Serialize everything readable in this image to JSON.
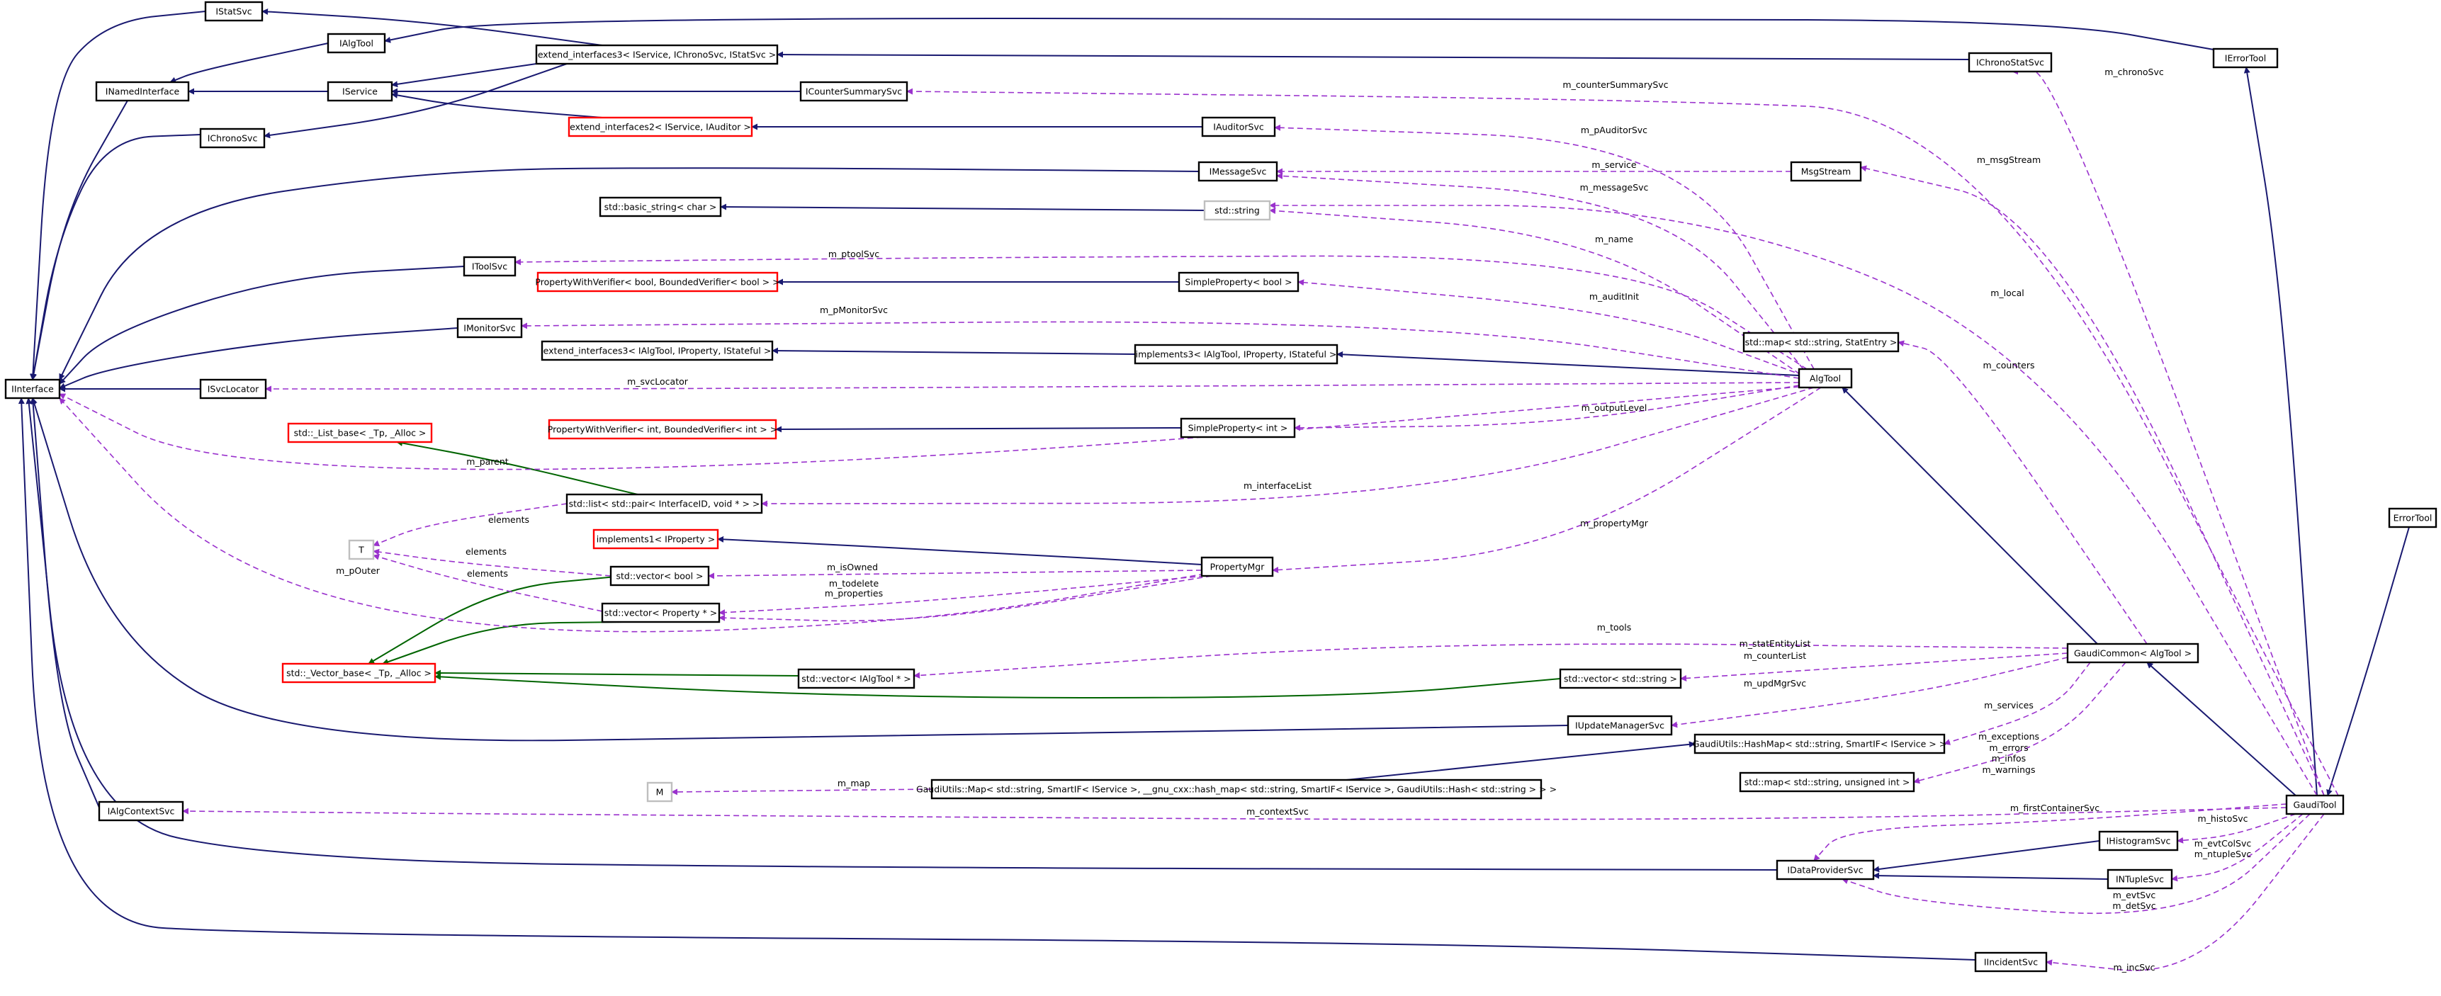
{
  "diagram": {
    "colors": {
      "inherit": "#191970",
      "template": "#006400",
      "use": "#9a32cd",
      "box_border": "#000000",
      "undoc_border": "#ff0000",
      "ext_border": "#bfbfbf",
      "focus_fill": "#bfbfbf"
    },
    "nodes": [
      {
        "id": "IStatSvc",
        "label": "IStatSvc",
        "style": "normal"
      },
      {
        "id": "IAlgTool",
        "label": "IAlgTool",
        "style": "normal"
      },
      {
        "id": "INamedInterface",
        "label": "INamedInterface",
        "style": "normal"
      },
      {
        "id": "IService",
        "label": "IService",
        "style": "normal"
      },
      {
        "id": "IChronoSvc",
        "label": "IChronoSvc",
        "style": "normal"
      },
      {
        "id": "extIChrono",
        "label": "extend_interfaces3< IService, IChronoSvc, IStatSvc >",
        "style": "normal"
      },
      {
        "id": "ICounterSummarySvc",
        "label": "ICounterSummarySvc",
        "style": "normal"
      },
      {
        "id": "extIAuditor",
        "label": "extend_interfaces2< IService, IAuditor >",
        "style": "undoc"
      },
      {
        "id": "IAuditorSvc",
        "label": "IAuditorSvc",
        "style": "normal"
      },
      {
        "id": "IChronoStatSvc",
        "label": "IChronoStatSvc",
        "style": "normal"
      },
      {
        "id": "IErrorTool",
        "label": "IErrorTool",
        "style": "normal"
      },
      {
        "id": "IMessageSvc",
        "label": "IMessageSvc",
        "style": "normal"
      },
      {
        "id": "MsgStream",
        "label": "MsgStream",
        "style": "normal"
      },
      {
        "id": "basicString",
        "label": "std::basic_string< char >",
        "style": "normal"
      },
      {
        "id": "stdString",
        "label": "std::string",
        "style": "ext"
      },
      {
        "id": "IToolSvc",
        "label": "IToolSvc",
        "style": "normal"
      },
      {
        "id": "PWVbool",
        "label": "PropertyWithVerifier< bool, BoundedVerifier< bool > >",
        "style": "undoc"
      },
      {
        "id": "SPbool",
        "label": "SimpleProperty< bool >",
        "style": "normal"
      },
      {
        "id": "IMonitorSvc",
        "label": "IMonitorSvc",
        "style": "normal"
      },
      {
        "id": "extIAlgTool",
        "label": "extend_interfaces3< IAlgTool, IProperty, IStateful >",
        "style": "normal"
      },
      {
        "id": "impl3",
        "label": "implements3< IAlgTool, IProperty, IStateful >",
        "style": "normal"
      },
      {
        "id": "mapStatEntry",
        "label": "std::map< std::string, StatEntry >",
        "style": "normal"
      },
      {
        "id": "IInterface",
        "label": "IInterface",
        "style": "normal"
      },
      {
        "id": "ISvcLocator",
        "label": "ISvcLocator",
        "style": "normal"
      },
      {
        "id": "AlgTool",
        "label": "AlgTool",
        "style": "normal"
      },
      {
        "id": "listBase",
        "label": "std::_List_base< _Tp, _Alloc >",
        "style": "undoc"
      },
      {
        "id": "PWVint",
        "label": "PropertyWithVerifier< int, BoundedVerifier< int > >",
        "style": "undoc"
      },
      {
        "id": "SPint",
        "label": "SimpleProperty< int >",
        "style": "normal"
      },
      {
        "id": "listPair",
        "label": "std::list< std::pair< InterfaceID, void * > >",
        "style": "normal"
      },
      {
        "id": "T",
        "label": "T",
        "style": "ext"
      },
      {
        "id": "impl1",
        "label": "implements1< IProperty >",
        "style": "undoc"
      },
      {
        "id": "vecBool",
        "label": "std::vector< bool >",
        "style": "normal"
      },
      {
        "id": "PropertyMgr",
        "label": "PropertyMgr",
        "style": "normal"
      },
      {
        "id": "vecProp",
        "label": "std::vector< Property * >",
        "style": "normal"
      },
      {
        "id": "ErrorTool",
        "label": "ErrorTool",
        "style": "focus"
      },
      {
        "id": "vecBase",
        "label": "std::_Vector_base< _Tp, _Alloc >",
        "style": "undoc"
      },
      {
        "id": "vecIAlgTool",
        "label": "std::vector< IAlgTool * >",
        "style": "normal"
      },
      {
        "id": "vecString",
        "label": "std::vector< std::string >",
        "style": "normal"
      },
      {
        "id": "GaudiCommon",
        "label": "GaudiCommon< AlgTool >",
        "style": "normal"
      },
      {
        "id": "IUpdateManagerSvc",
        "label": "IUpdateManagerSvc",
        "style": "normal"
      },
      {
        "id": "HashMap",
        "label": "GaudiUtils::HashMap< std::string, SmartIF< IService > >",
        "style": "normal"
      },
      {
        "id": "M",
        "label": "M",
        "style": "ext"
      },
      {
        "id": "GUMap",
        "label": "GaudiUtils::Map< std::string, SmartIF< IService >, __gnu_cxx::hash_map< std::string, SmartIF< IService >, GaudiUtils::Hash< std::string > > >",
        "style": "normal"
      },
      {
        "id": "mapInt",
        "label": "std::map< std::string, unsigned int >",
        "style": "normal"
      },
      {
        "id": "IAlgContextSvc",
        "label": "IAlgContextSvc",
        "style": "normal"
      },
      {
        "id": "GaudiTool",
        "label": "GaudiTool",
        "style": "normal"
      },
      {
        "id": "IHistogramSvc",
        "label": "IHistogramSvc",
        "style": "normal"
      },
      {
        "id": "IDataProviderSvc",
        "label": "IDataProviderSvc",
        "style": "normal"
      },
      {
        "id": "INTupleSvc",
        "label": "INTupleSvc",
        "style": "normal"
      },
      {
        "id": "IIncidentSvc",
        "label": "IIncidentSvc",
        "style": "normal"
      }
    ],
    "edge_labels": [
      {
        "id": "lbl-counterSummary",
        "text": "m_counterSummarySvc"
      },
      {
        "id": "lbl-chrono",
        "text": "m_chronoSvc"
      },
      {
        "id": "lbl-pAuditor",
        "text": "m_pAuditorSvc"
      },
      {
        "id": "lbl-service",
        "text": "m_service"
      },
      {
        "id": "lbl-msgStream",
        "text": "m_msgStream"
      },
      {
        "id": "lbl-messageSvc",
        "text": "m_messageSvc"
      },
      {
        "id": "lbl-name",
        "text": "m_name"
      },
      {
        "id": "lbl-ptoolSvc",
        "text": "m_ptoolSvc"
      },
      {
        "id": "lbl-local",
        "text": "m_local"
      },
      {
        "id": "lbl-auditInit",
        "text": "m_auditInit"
      },
      {
        "id": "lbl-pMonitor",
        "text": "m_pMonitorSvc"
      },
      {
        "id": "lbl-counters",
        "text": "m_counters"
      },
      {
        "id": "lbl-svcLocator",
        "text": "m_svcLocator"
      },
      {
        "id": "lbl-outputLevel",
        "text": "m_outputLevel"
      },
      {
        "id": "lbl-parent",
        "text": "m_parent"
      },
      {
        "id": "lbl-interfaceList",
        "text": "m_interfaceList"
      },
      {
        "id": "lbl-elements1",
        "text": "elements"
      },
      {
        "id": "lbl-propertyMgr",
        "text": "m_propertyMgr"
      },
      {
        "id": "lbl-elements2",
        "text": "elements"
      },
      {
        "id": "lbl-isOwned",
        "text": "m_isOwned"
      },
      {
        "id": "lbl-pOuter",
        "text": "m_pOuter"
      },
      {
        "id": "lbl-elements3",
        "text": "elements"
      },
      {
        "id": "lbl-todelete",
        "text": "m_todelete"
      },
      {
        "id": "lbl-properties",
        "text": "m_properties"
      },
      {
        "id": "lbl-tools",
        "text": "m_tools"
      },
      {
        "id": "lbl-statEntryList",
        "text": "m_statEntityList"
      },
      {
        "id": "lbl-counterList",
        "text": "m_counterList"
      },
      {
        "id": "lbl-updMgr",
        "text": "m_updMgrSvc"
      },
      {
        "id": "lbl-services",
        "text": "m_services"
      },
      {
        "id": "lbl-exceptions",
        "text": "m_exceptions"
      },
      {
        "id": "lbl-errors",
        "text": "m_errors"
      },
      {
        "id": "lbl-infos",
        "text": "m_infos"
      },
      {
        "id": "lbl-warnings",
        "text": "m_warnings"
      },
      {
        "id": "lbl-map",
        "text": "m_map"
      },
      {
        "id": "lbl-firstContainer",
        "text": "m_firstContainerSvc"
      },
      {
        "id": "lbl-context",
        "text": "m_contextSvc"
      },
      {
        "id": "lbl-histo",
        "text": "m_histoSvc"
      },
      {
        "id": "lbl-evtCol",
        "text": "m_evtColSvc"
      },
      {
        "id": "lbl-ntuple",
        "text": "m_ntupleSvc"
      },
      {
        "id": "lbl-evtSvc",
        "text": "m_evtSvc"
      },
      {
        "id": "lbl-detSvc",
        "text": "m_detSvc"
      },
      {
        "id": "lbl-inc",
        "text": "m_incSvc"
      }
    ]
  }
}
